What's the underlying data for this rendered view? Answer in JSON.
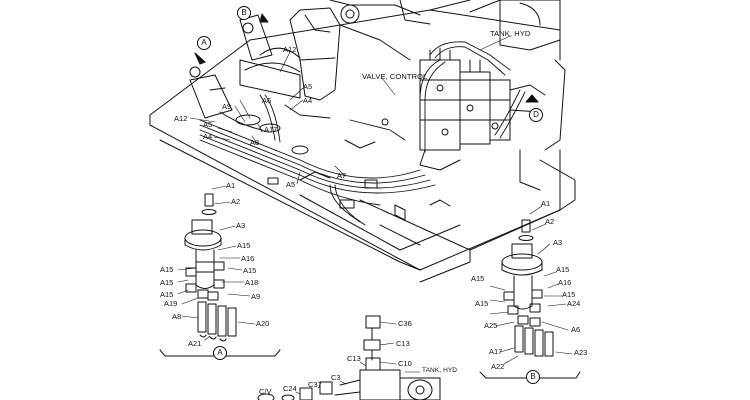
{
  "main_view": {
    "titles": {
      "tank": "TANK, HYD",
      "valve": "VALVE, CONTROL"
    },
    "views": {
      "a": "A",
      "b": "B",
      "d": "D"
    },
    "labels": {
      "a12_top": "A12",
      "a5_right": "A5",
      "a4_right": "A4",
      "a9": "A9",
      "a6": "A6",
      "a12_left": "A12",
      "a5_left": "A5",
      "a4_left": "A4",
      "a17": "A17",
      "a8": "A8",
      "a7": "A7",
      "a5_bottom": "A5"
    }
  },
  "detail_a": {
    "view_label": "A",
    "labels": {
      "a1": "A1",
      "a2": "A2",
      "a3": "A3",
      "a15_1": "A15",
      "a15_2": "A15",
      "a15_3": "A15",
      "a16": "A16",
      "a15_4": "A15",
      "a15_5": "A15",
      "a18": "A18",
      "a19": "A19",
      "a9": "A9",
      "a8": "A8",
      "a20": "A20",
      "a21": "A21"
    }
  },
  "detail_b": {
    "view_label": "B",
    "labels": {
      "a1": "A1",
      "a2": "A2",
      "a3": "A3",
      "a15_1": "A15",
      "a15_2": "A15",
      "a16": "A16",
      "a15_3": "A15",
      "a24": "A24",
      "a15_4": "A15",
      "a25": "A25",
      "a6": "A6",
      "a17": "A17",
      "a23": "A23",
      "a22": "A22"
    }
  },
  "detail_c": {
    "labels": {
      "c36": "C36",
      "c13_1": "C13",
      "c13_2": "C13",
      "c10": "C10",
      "tank": "TANK, HYD",
      "c3": "C3",
      "c37": "C37",
      "c24": "C24",
      "cv": "C/V"
    }
  }
}
